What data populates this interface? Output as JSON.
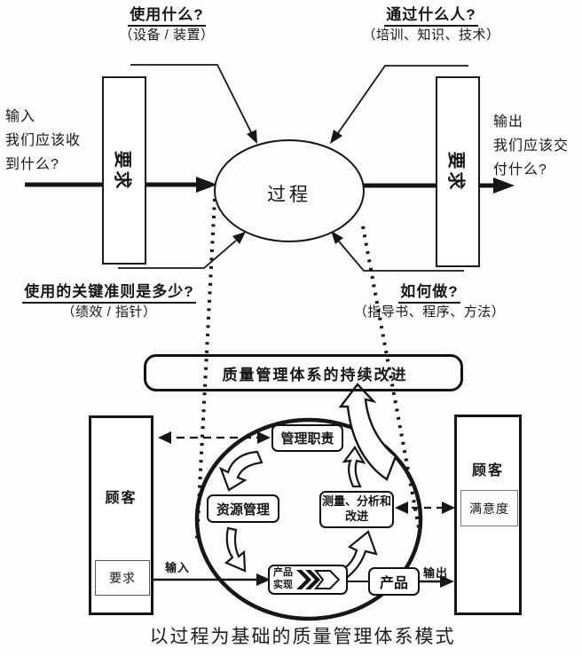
{
  "top_diagram": {
    "q_top_left": {
      "title": "使用什么?",
      "subtitle": "（设备 / 装置）"
    },
    "q_top_right": {
      "title": "通过什么人?",
      "subtitle": "（培训、知识、技术）"
    },
    "q_bottom_left": {
      "title": "使用的关键准则是多少?",
      "subtitle": "（绩效 / 指针）"
    },
    "q_bottom_right": {
      "title": "如何做?",
      "subtitle": "（指导书、程序、方法）"
    },
    "input_label": {
      "line1": "输入",
      "line2": "我们应该收",
      "line3": "到什么?"
    },
    "output_label": {
      "line1": "输出",
      "line2": "我们应该交",
      "line3": "付什么?"
    },
    "left_requirement": "要求",
    "right_requirement": "要求",
    "process": "过程"
  },
  "bottom_diagram": {
    "improvement_banner": "质量管理体系的持续改进",
    "left_customer": {
      "title": "顾客",
      "inner": "要求"
    },
    "right_customer": {
      "title": "顾客",
      "inner": "满意度"
    },
    "management": "管理职责",
    "resource": "资源管理",
    "measurement": {
      "line1": "测量、分析和",
      "line2": "改进"
    },
    "realization": {
      "line1": "产品",
      "line2": "实现"
    },
    "product": "产品",
    "input_small": "输入",
    "output_small": "输出"
  },
  "caption": "以过程为基础的质量管理体系模式",
  "icons": {
    "flow_chevron": "double-chevron-right-arrow"
  },
  "colors": {
    "ink": "#161616",
    "paper": "#fdfdfc"
  }
}
